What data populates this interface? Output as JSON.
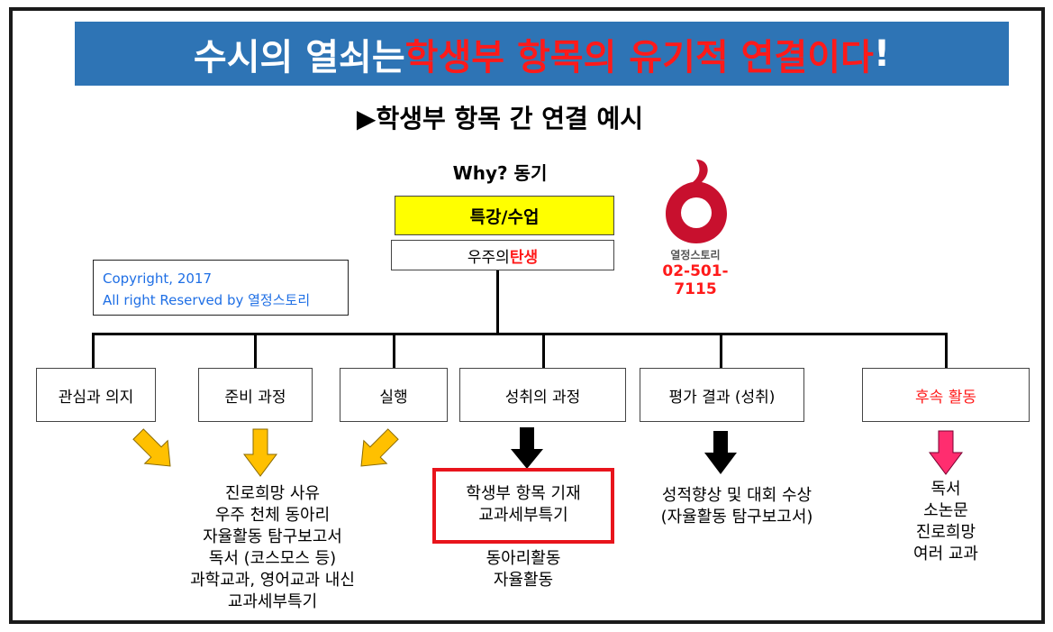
{
  "title": {
    "part1": "수시의 열쇠는 ",
    "part2": "학생부 항목의 유기적 연결이다",
    "part3": "!"
  },
  "subtitle": "▶학생부 항목 간 연결 예시",
  "motive": "Why? 동기",
  "lecture": "특강/수업",
  "topic": {
    "part1": "우주의 ",
    "part2": "탄생"
  },
  "copyright": [
    "Copyright, 2017",
    "All right Reserved by 열정스토리"
  ],
  "logo": {
    "name": "열정스토리",
    "phone": "02-501-7115"
  },
  "stages": [
    "관심과 의지",
    "준비 과정",
    "실행",
    "성취의 과정",
    "평가 결과 (성취)",
    "후속 활동"
  ],
  "prep_list": [
    "진로희망 사유",
    "우주 천체 동아리",
    "자율활동 탐구보고서",
    "독서 (코스모스 등)",
    "과학교과, 영어교과 내신",
    "교과세부특기"
  ],
  "record_box": [
    "학생부 항목 기재",
    "교과세부특기"
  ],
  "record_extra": [
    "동아리활동",
    "자율활동"
  ],
  "result_list": [
    "성적향상 및 대회 수상",
    "(자율활동 탐구보고서)"
  ],
  "follow_list": [
    "독서",
    "소논문",
    "진로희망",
    "여러 교과"
  ],
  "colors": {
    "banner": "#2e74b5",
    "accent_red": "#ff1a1a",
    "yellow": "#ffff00",
    "arrow_orange": "#ffc000",
    "arrow_pink": "#ff2d6f"
  }
}
